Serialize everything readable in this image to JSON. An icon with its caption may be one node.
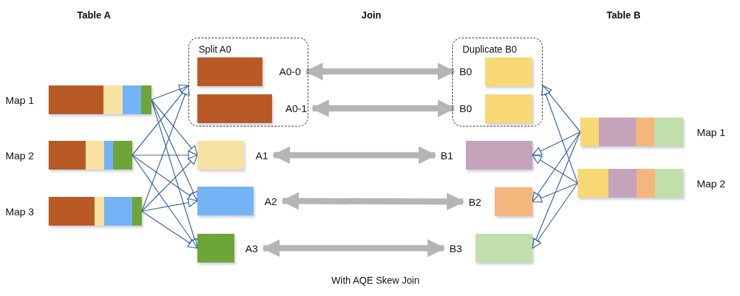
{
  "diagram": {
    "caption": "With AQE Skew Join",
    "nodes": [
      {
        "text": [],
        "shape": "bar",
        "beside": [
          "Map 1"
        ]
      },
      {
        "text": [],
        "shape": "bar",
        "beside": [
          "Map 2"
        ]
      },
      {
        "text": [],
        "shape": "bar",
        "beside": [
          "Map 3"
        ]
      },
      {
        "text": [
          "Split A0"
        ]
      },
      {
        "text": [],
        "shape": "bar",
        "beside": [
          "A0-0"
        ],
        "in": 3
      },
      {
        "text": [],
        "shape": "bar",
        "beside": [
          "A0-1"
        ],
        "in": 3
      },
      {
        "text": [],
        "shape": "bar",
        "beside": [
          "A1"
        ]
      },
      {
        "text": [],
        "shape": "bar",
        "beside": [
          "A2"
        ]
      },
      {
        "text": [],
        "shape": "bar",
        "beside": [
          "A3"
        ]
      },
      {
        "text": [
          "Duplicate B0"
        ]
      },
      {
        "text": [],
        "shape": "bar",
        "beside": [
          "B0"
        ],
        "in": 9
      },
      {
        "text": [],
        "shape": "bar",
        "beside": [
          "B0"
        ],
        "in": 9
      },
      {
        "text": [],
        "shape": "bar",
        "beside": [
          "B1"
        ]
      },
      {
        "text": [],
        "shape": "bar",
        "beside": [
          "B2"
        ]
      },
      {
        "text": [],
        "shape": "bar",
        "beside": [
          "B3"
        ]
      },
      {
        "text": [],
        "shape": "bar",
        "beside": [
          "Map 1"
        ]
      },
      {
        "text": [],
        "shape": "bar",
        "beside": [
          "Map 2"
        ]
      }
    ],
    "edges": [
      {
        "from": 0,
        "to": 3,
        "arrow": "to"
      },
      {
        "from": 0,
        "to": 6,
        "arrow": "to"
      },
      {
        "from": 0,
        "to": 7,
        "arrow": "to"
      },
      {
        "from": 0,
        "to": 8,
        "arrow": "to"
      },
      {
        "from": 1,
        "to": 3,
        "arrow": "to"
      },
      {
        "from": 1,
        "to": 6,
        "arrow": "to"
      },
      {
        "from": 1,
        "to": 7,
        "arrow": "to"
      },
      {
        "from": 1,
        "to": 8,
        "arrow": "to"
      },
      {
        "from": 2,
        "to": 3,
        "arrow": "to"
      },
      {
        "from": 2,
        "to": 6,
        "arrow": "to"
      },
      {
        "from": 2,
        "to": 7,
        "arrow": "to"
      },
      {
        "from": 2,
        "to": 8,
        "arrow": "to"
      },
      {
        "from": 15,
        "to": 9,
        "arrow": "to"
      },
      {
        "from": 15,
        "to": 12,
        "arrow": "to"
      },
      {
        "from": 15,
        "to": 13,
        "arrow": "to"
      },
      {
        "from": 15,
        "to": 14,
        "arrow": "to"
      },
      {
        "from": 16,
        "to": 9,
        "arrow": "to"
      },
      {
        "from": 16,
        "to": 12,
        "arrow": "to"
      },
      {
        "from": 16,
        "to": 13,
        "arrow": "to"
      },
      {
        "from": 16,
        "to": 14,
        "arrow": "to"
      },
      {
        "from": 4,
        "to": 10,
        "arrow": "both",
        "style": "thick",
        "color": "#b5b5b5"
      },
      {
        "from": 5,
        "to": 11,
        "arrow": "both",
        "style": "thick",
        "color": "#b5b5b5"
      },
      {
        "from": 6,
        "to": 12,
        "arrow": "both",
        "style": "thick",
        "color": "#b5b5b5"
      },
      {
        "from": 7,
        "to": 13,
        "arrow": "both",
        "style": "thick",
        "color": "#b5b5b5"
      },
      {
        "from": 8,
        "to": 14,
        "arrow": "both",
        "style": "thick",
        "color": "#b5b5b5"
      }
    ],
    "labels": [
      "Table A",
      "Join",
      "Table B"
    ]
  }
}
